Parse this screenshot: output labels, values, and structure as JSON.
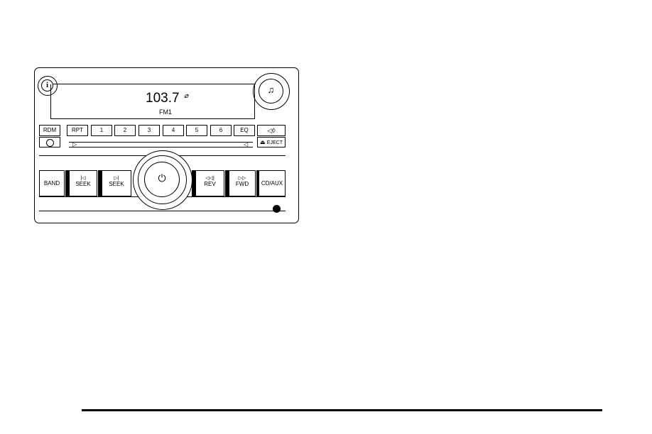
{
  "display": {
    "frequency": "103.7",
    "band": "FM1"
  },
  "top_row": {
    "rdm": "RDM",
    "rpt": "RPT",
    "presets": [
      "1",
      "2",
      "3",
      "4",
      "5",
      "6"
    ],
    "eq": "EQ",
    "eject": "EJECT"
  },
  "bottom_row": {
    "band": "BAND",
    "seek_back_icon": "|◁",
    "seek_back": "SEEK",
    "seek_fwd_icon": "▷|",
    "seek_fwd": "SEEK",
    "rev_icon": "◁◁|",
    "rev": "REV",
    "fwd_icon": "▷▷",
    "fwd": "FWD",
    "cdaux": "CD/AUX"
  },
  "icons": {
    "info": "info-icon",
    "music": "music-note-icon",
    "power": "power-icon",
    "clock": "clock-icon",
    "volume": "speaker-icon",
    "eject": "eject-icon"
  }
}
